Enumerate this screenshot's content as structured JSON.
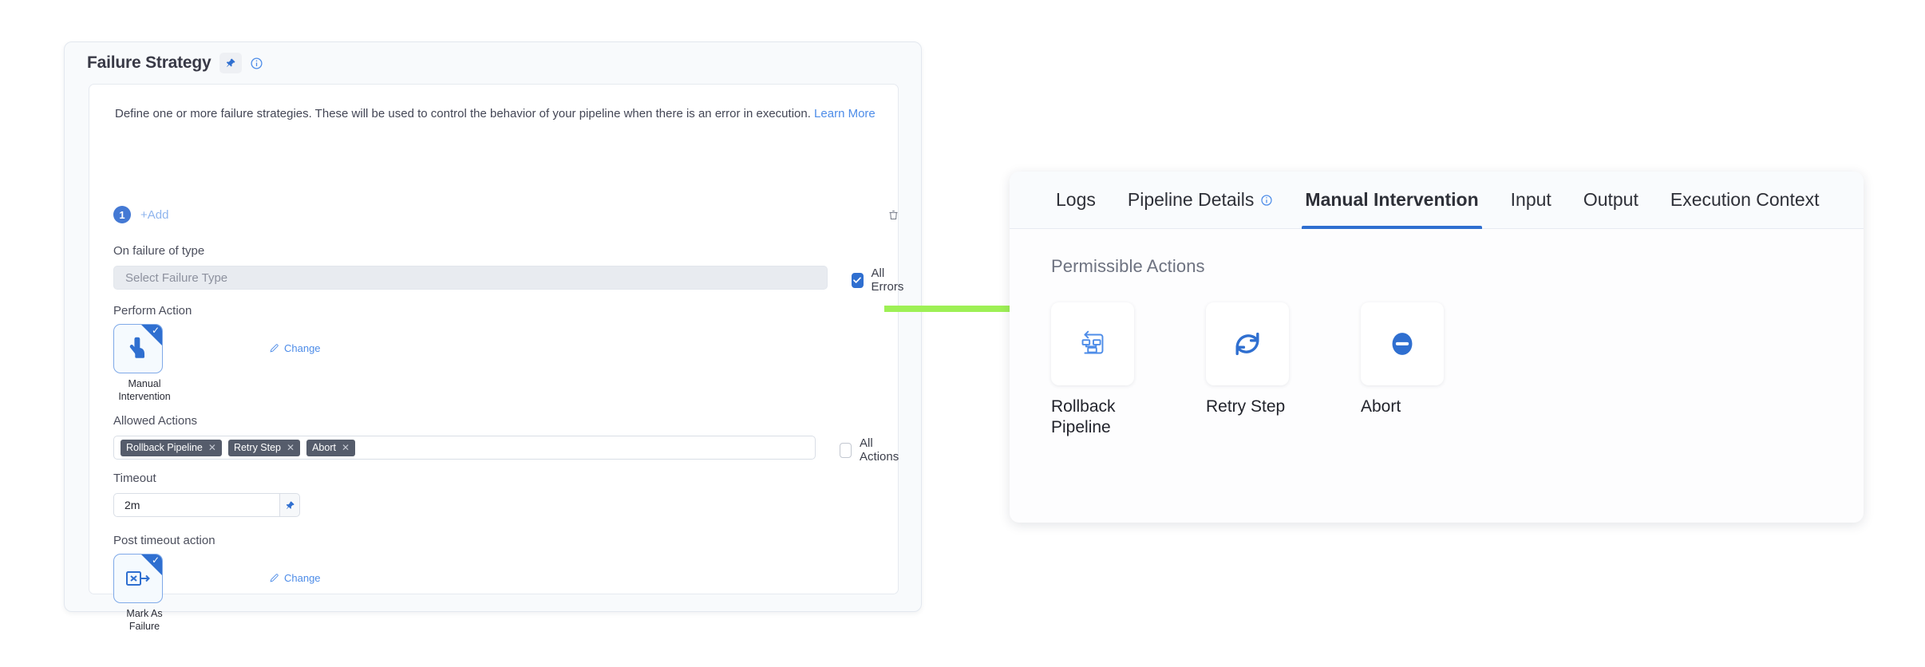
{
  "left_panel": {
    "title": "Failure Strategy",
    "pin_icon": "pin-icon",
    "info_icon": "info-circle-icon",
    "description": "Define one or more failure strategies. These will be used to control the behavior of your pipeline when there is an error in execution.",
    "learn_more": "Learn More",
    "strategy_index": "1",
    "add_label": "+Add",
    "delete_icon": "trash-icon",
    "fields": {
      "on_failure_label": "On failure of type",
      "failure_type_placeholder": "Select Failure Type",
      "all_errors_label": "All Errors",
      "all_errors_checked": true,
      "perform_action_label": "Perform Action",
      "perform_action_value": "Manual Intervention",
      "perform_action_icon": "hand-pointer-icon",
      "change_label": "Change",
      "change_icon": "pencil-icon",
      "allowed_actions_label": "Allowed Actions",
      "allowed_actions": [
        "Rollback Pipeline",
        "Retry Step",
        "Abort"
      ],
      "all_actions_label": "All Actions",
      "all_actions_checked": false,
      "timeout_label": "Timeout",
      "timeout_value": "2m",
      "timeout_pin_icon": "pin-icon",
      "post_timeout_label": "Post timeout action",
      "post_timeout_value": "Mark As Failure",
      "post_timeout_icon": "mark-as-failure-icon",
      "post_timeout_change_label": "Change"
    }
  },
  "arrow": {
    "name": "green-arrow",
    "color": "#9ef055"
  },
  "right_panel": {
    "tabs": [
      {
        "label": "Logs",
        "active": false,
        "icon": null
      },
      {
        "label": "Pipeline Details",
        "active": false,
        "icon": "info-circle-icon"
      },
      {
        "label": "Manual Intervention",
        "active": true,
        "icon": null
      },
      {
        "label": "Input",
        "active": false,
        "icon": null
      },
      {
        "label": "Output",
        "active": false,
        "icon": null
      },
      {
        "label": "Execution Context",
        "active": false,
        "icon": null
      }
    ],
    "section_title": "Permissible Actions",
    "actions": [
      {
        "label": "Rollback Pipeline",
        "icon": "rollback-pipeline-icon"
      },
      {
        "label": "Retry Step",
        "icon": "retry-refresh-icon"
      },
      {
        "label": "Abort",
        "icon": "abort-minus-circle-icon"
      }
    ]
  },
  "colors": {
    "accent_blue": "#2f6fd0",
    "link_blue": "#4d8ce8",
    "tag_slate": "#555c6b",
    "arrow_green": "#9ef055"
  }
}
